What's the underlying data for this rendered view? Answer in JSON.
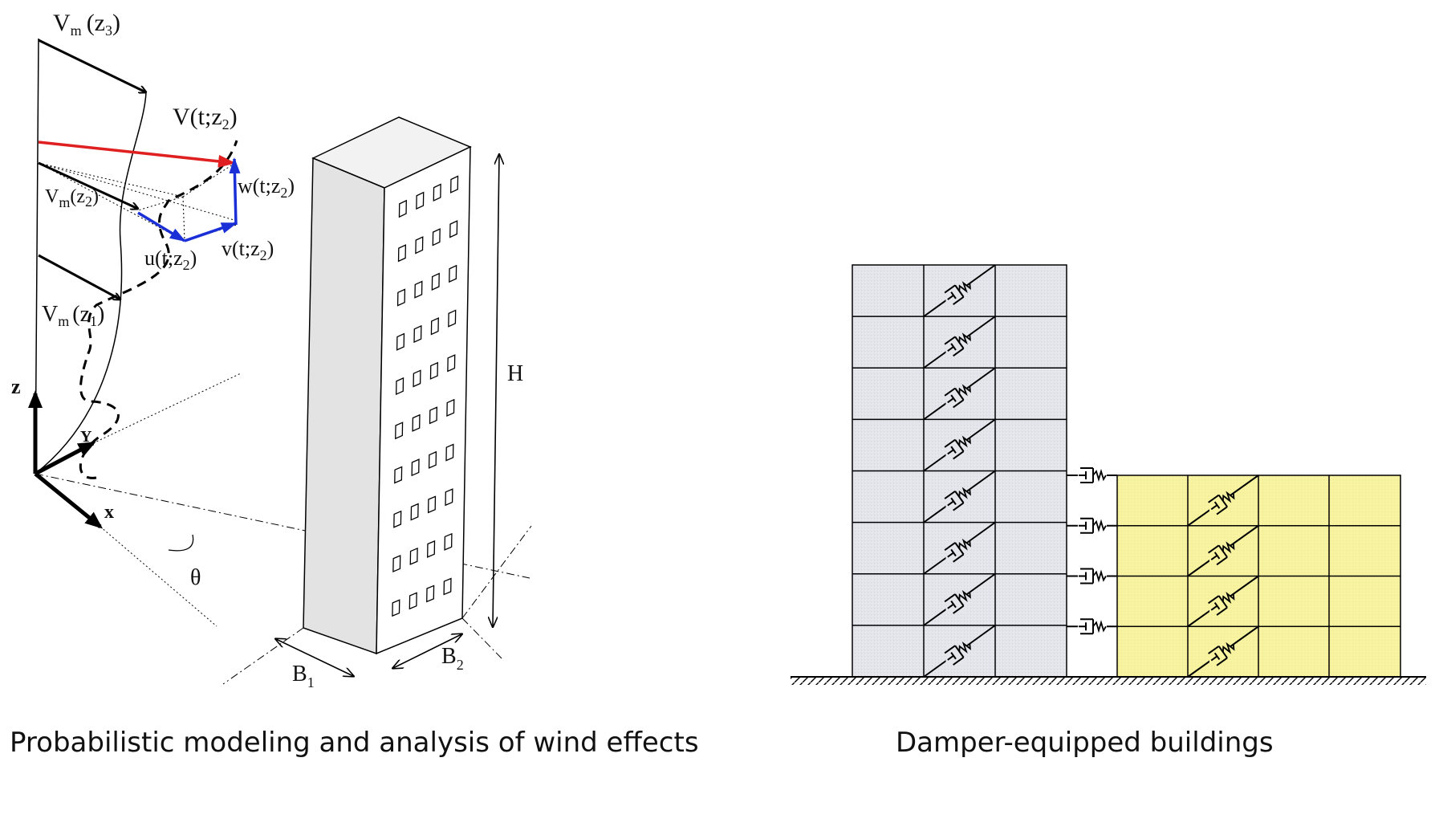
{
  "wind_diagram": {
    "caption": "Probabilistic modeling and analysis of wind effects",
    "labels": {
      "vm_z3_main": "V",
      "vm_z3_sub": "m",
      "vm_z3_arg": "(z",
      "vm_z3_argsub": "3",
      "vm_z3_close": ")",
      "v_t_z2_main": "V(t;z",
      "v_t_z2_sub": "2",
      "v_t_z2_close": ")",
      "vm_z2_main": "V",
      "vm_z2_sub": "m",
      "vm_z2_arg": "(z",
      "vm_z2_argsub": "2",
      "vm_z2_close": ")",
      "w_main": "w(t;z",
      "w_sub": "2",
      "w_close": ")",
      "u_main": "u(t;z",
      "u_sub": "2",
      "u_close": ")",
      "v_main": "v(t;z",
      "v_sub": "2",
      "v_close": ")",
      "vm_z1_main": "V",
      "vm_z1_sub": "m",
      "vm_z1_arg": "(z",
      "vm_z1_argsub": "1",
      "vm_z1_close": ")",
      "axis_z": "z",
      "axis_y": "Y",
      "axis_x": "x",
      "angle": "θ",
      "height": "H",
      "b1_main": "B",
      "b1_sub": "1",
      "b2_main": "B",
      "b2_sub": "2"
    },
    "colors": {
      "mean_arrow": "#000000",
      "total_wind": "#e02020",
      "components": "#1a2fd6",
      "building_face": "#e3e3e3"
    }
  },
  "damper_diagram": {
    "caption": "Damper-equipped buildings",
    "tall_building": {
      "stories": 8,
      "bays": 3,
      "color": "#e4e6ec"
    },
    "short_building": {
      "stories": 4,
      "bays": 4,
      "color": "#f7f3a0"
    },
    "connecting_dampers": 4
  }
}
